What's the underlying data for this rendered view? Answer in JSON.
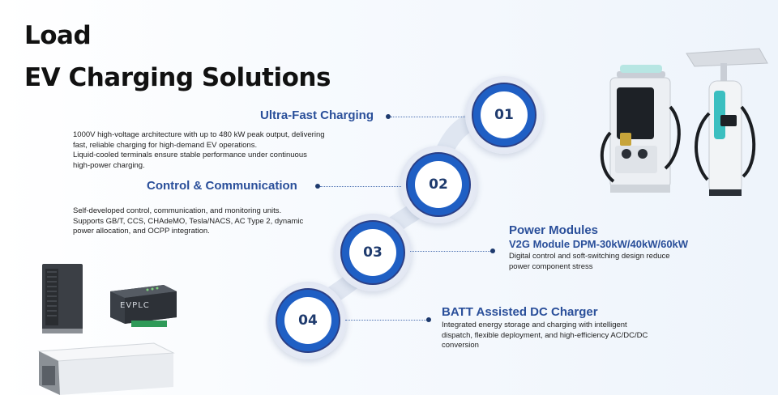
{
  "title": {
    "line1": "Load",
    "line2": "EV Charging Solutions"
  },
  "items": [
    {
      "number": "01",
      "heading": "Ultra-Fast Charging",
      "desc": [
        "1000V high-voltage architecture with up to 480 kW peak output, delivering",
        "fast, reliable charging for high-demand EV operations.",
        "Liquid-cooled terminals ensure stable performance under continuous",
        "high-power charging."
      ]
    },
    {
      "number": "02",
      "heading": "Control & Communication",
      "desc": [
        "Self-developed control, communication, and monitoring units.",
        "Supports GB/T, CCS, CHAdeMO, Tesla/NACS, AC Type 2, dynamic",
        "power allocation, and OCPP integration."
      ]
    },
    {
      "number": "03",
      "heading": "Power Modules",
      "subheading": "V2G Module DPM-30kW/40kW/60kW",
      "desc": [
        "Digital control and soft-switching design reduce",
        "power component stress"
      ]
    },
    {
      "number": "04",
      "heading": "BATT Assisted DC Charger",
      "desc": [
        "Integrated energy storage and charging with intelligent",
        "dispatch, flexible deployment, and high-efficiency AC/DC/DC",
        "conversion"
      ]
    }
  ],
  "products": {
    "controller_label": "EVPLC"
  },
  "colors": {
    "accent": "#2a4f9a",
    "ring": "#1f5fc4",
    "dot": "#1e3a6e"
  }
}
